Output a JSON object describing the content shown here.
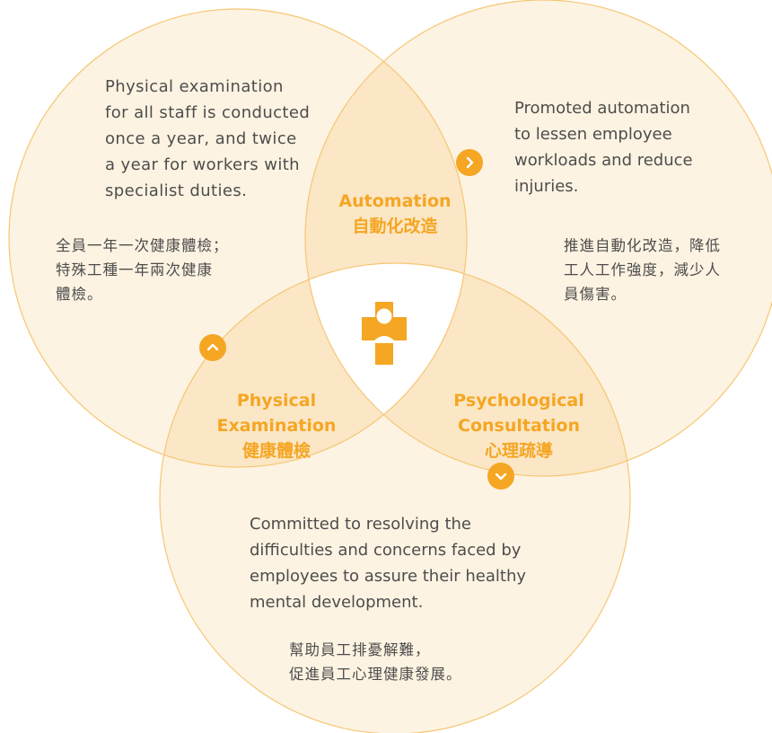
{
  "colors": {
    "accent": "#f5a623",
    "circle_fill": "#fdf3e2",
    "overlap_fill": "#fbe7c6",
    "circle_stroke": "#f6c673",
    "text": "#4d4d4d"
  },
  "automation": {
    "title_en": "Automation",
    "title_zh": "自動化改造",
    "desc_en": "Promoted automation\nto lessen employee\nworkloads and reduce\ninjuries.",
    "desc_zh": "推進自動化改造，降低\n工人工作強度，減少人\n員傷害。",
    "icon": "chevron-right-icon"
  },
  "physical": {
    "title_en": "Physical\nExamination",
    "title_zh": "健康體檢",
    "desc_en": "Physical examination\nfor all staff is conducted\nonce a year, and twice\na year for workers with\nspecialist duties.",
    "desc_zh": "全員一年一次健康體檢；\n特殊工種一年兩次健康\n體檢。",
    "icon": "chevron-up-icon"
  },
  "psychological": {
    "title_en": "Psychological\nConsultation",
    "title_zh": "心理疏導",
    "desc_en": "Committed to resolving the\ndifficulties and concerns faced by\nemployees to assure their healthy\nmental development.",
    "desc_zh": "幫助員工排憂解難，\n促進員工心理健康發展。",
    "icon": "chevron-down-icon"
  },
  "center_icon": "medical-cross-person-icon"
}
